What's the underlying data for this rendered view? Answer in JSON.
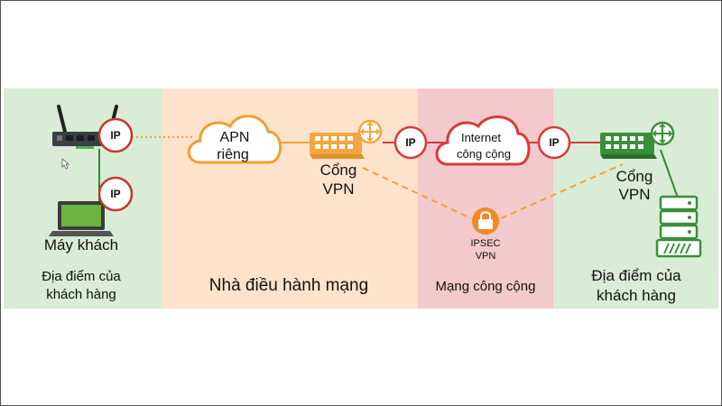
{
  "zones": {
    "customer_left": {
      "label_line1": "Địa điểm của",
      "label_line2": "khách hàng",
      "color": "#d9ecd5"
    },
    "operator": {
      "label": "Nhà điều hành mạng",
      "color": "#fde3cc"
    },
    "public": {
      "label": "Mạng công cộng",
      "color": "#f4c9cc"
    },
    "customer_right": {
      "label_line1": "Địa điểm của",
      "label_line2": "khách hàng",
      "color": "#d9ecd5"
    }
  },
  "nodes": {
    "client": {
      "label": "Máy khách"
    },
    "apn_cloud": {
      "line1": "APN",
      "line2": "riêng"
    },
    "vpn_gateway_left": {
      "line1": "Cổng",
      "line2": "VPN"
    },
    "internet_cloud": {
      "line1": "Internet",
      "line2": "công cộng"
    },
    "vpn_gateway_right": {
      "line1": "Cổng",
      "line2": "VPN"
    },
    "ipsec": {
      "line1": "IPSEC",
      "line2": "VPN"
    }
  },
  "badges": {
    "router_ip": "IP",
    "laptop_ip": "IP",
    "public_ip_left": "IP",
    "public_ip_right": "IP"
  },
  "colors": {
    "badge_border": "#c0392b",
    "link_orange": "#f0a030",
    "link_red": "#d83a3a",
    "link_green": "#2e8b2e",
    "lock": "#f08a24",
    "gateway_orange": "#f4a640",
    "gateway_green": "#3a8f3a"
  },
  "icons": [
    "router-icon",
    "laptop-icon",
    "server-rack-icon",
    "lock-icon",
    "gateway-switch-icon",
    "cloud-icon"
  ]
}
